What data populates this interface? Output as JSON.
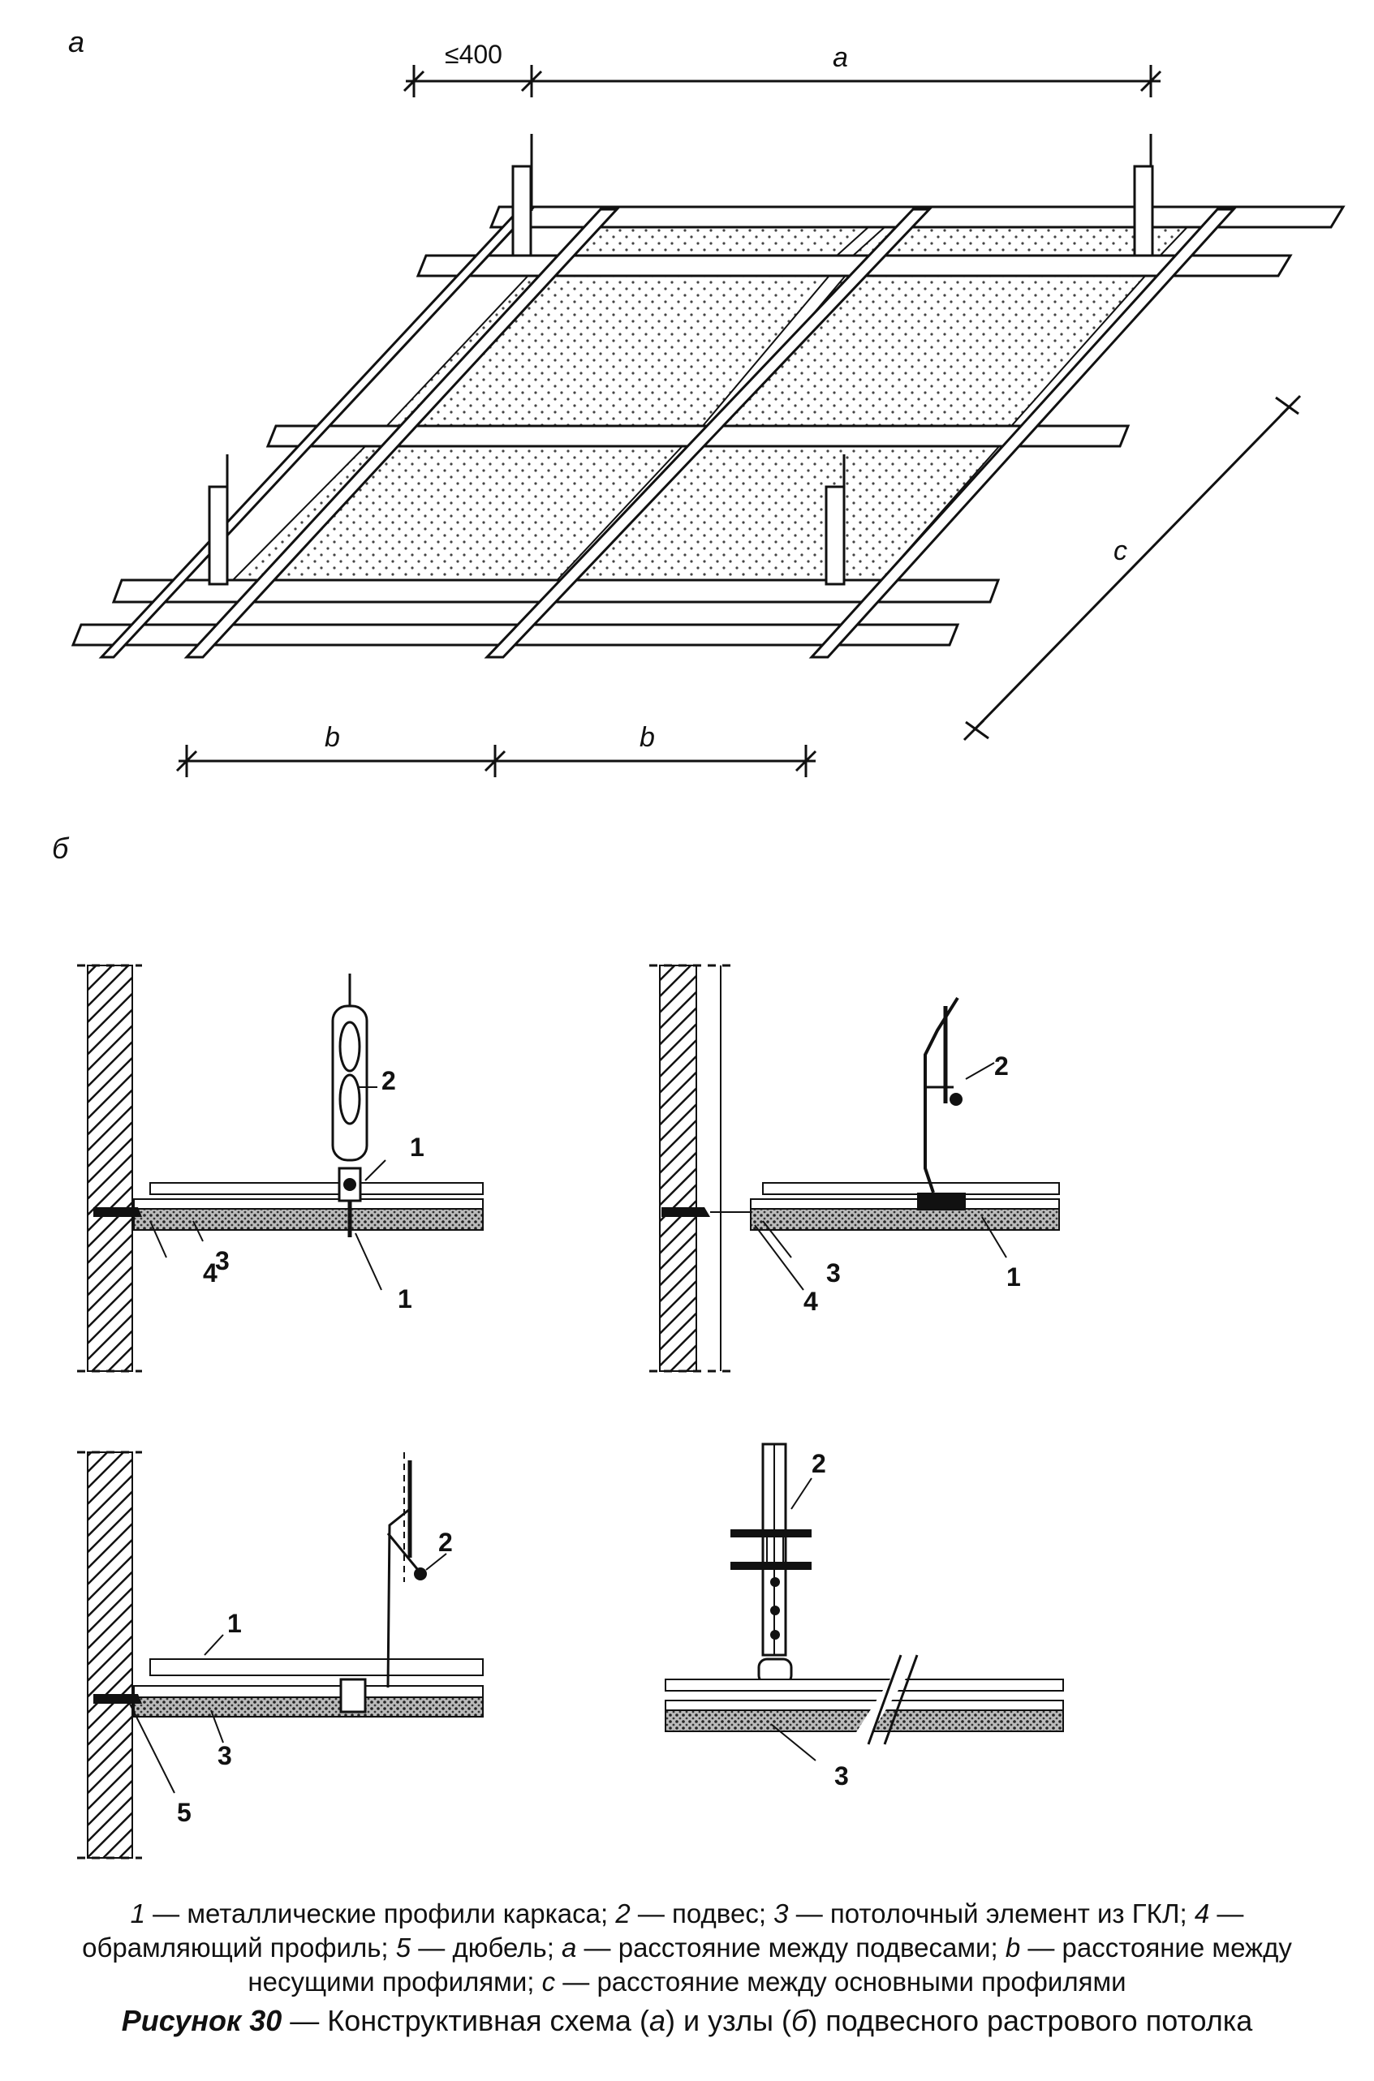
{
  "panel_a": {
    "label": "а",
    "dims": {
      "max_offset": "≤400",
      "a": "a",
      "b1": "b",
      "b2": "b",
      "c": "c"
    }
  },
  "panel_b": {
    "label": "б",
    "node1": {
      "n2": "2",
      "n1_top": "1",
      "n3": "3",
      "n4": "4",
      "n1_bottom": "1"
    },
    "node2": {
      "n2": "2",
      "n3": "3",
      "n4": "4",
      "n1": "1"
    },
    "node3": {
      "n2": "2",
      "n1": "1",
      "n3": "3",
      "n5": "5"
    },
    "node4": {
      "n2": "2",
      "n3": "3"
    }
  },
  "legend": {
    "k1": "1",
    "t1": " — металлические профили каркаса; ",
    "k2": "2",
    "t2": " — подвес; ",
    "k3": "3",
    "t3": " — потолочный элемент из ГКЛ; ",
    "k4": "4",
    "t4": " — обрамляющий профиль; ",
    "k5": "5",
    "t5": " — дюбель; ",
    "ka": "a",
    "ta": " — расстояние между подвесами; ",
    "kb": "b",
    "tb": " — расстояние между несущими профилями; ",
    "kc": "c",
    "tc": " — расстояние между основными профилями"
  },
  "caption": {
    "figure": "Рисунок 30",
    "dash": " — Конструктивная схема (",
    "a": "а",
    "mid": ") и узлы (",
    "b": "б",
    "end": ") подвесного растрового потолка"
  }
}
